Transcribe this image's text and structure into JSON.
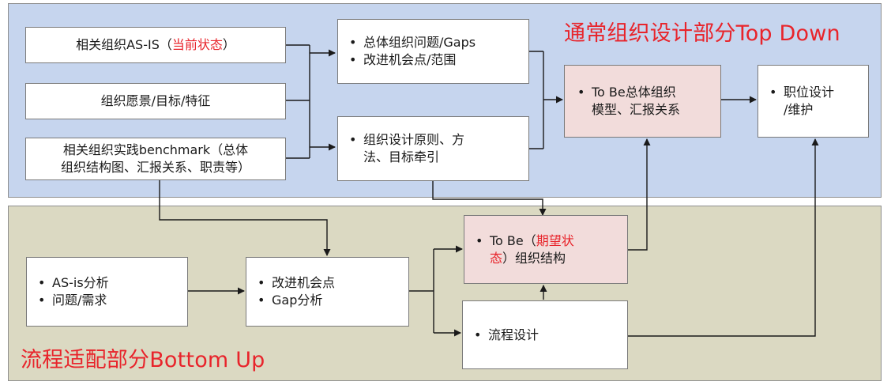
{
  "titles": {
    "top": "通常组织设计部分Top Down",
    "bottom": "流程适配部分Bottom Up"
  },
  "boxes": {
    "as_is": {
      "prefix": "相关组织AS-IS（",
      "highlight": "当前状态",
      "suffix": "）"
    },
    "vision": "组织愿景/目标/特征",
    "benchmark": [
      "相关组织实践benchmark（总体",
      "组织结构图、汇报关系、职责等）"
    ],
    "gaps": [
      "总体组织问题/Gaps",
      "改进机会点/范围"
    ],
    "principles": [
      "组织设计原则、方",
      "法、目标牵引"
    ],
    "tobe_model": [
      "To Be总体组织",
      "模型、汇报关系"
    ],
    "position": [
      "职位设计",
      "/维护"
    ],
    "asis_analysis": [
      "AS-is分析",
      "问题/需求"
    ],
    "improve": [
      "改进机会点",
      "Gap分析"
    ],
    "tobe_struct": {
      "prefix": "To Be（",
      "highlight1": "期望状",
      "highlight2": "态",
      "suffix": "）组织结构"
    },
    "process": "流程设计"
  },
  "colors": {
    "top_panel": "#c6d5ee",
    "bottom_panel": "#dbd9c2",
    "highlight_text": "#e8242b",
    "tobe_box": "#f2dcdb"
  }
}
